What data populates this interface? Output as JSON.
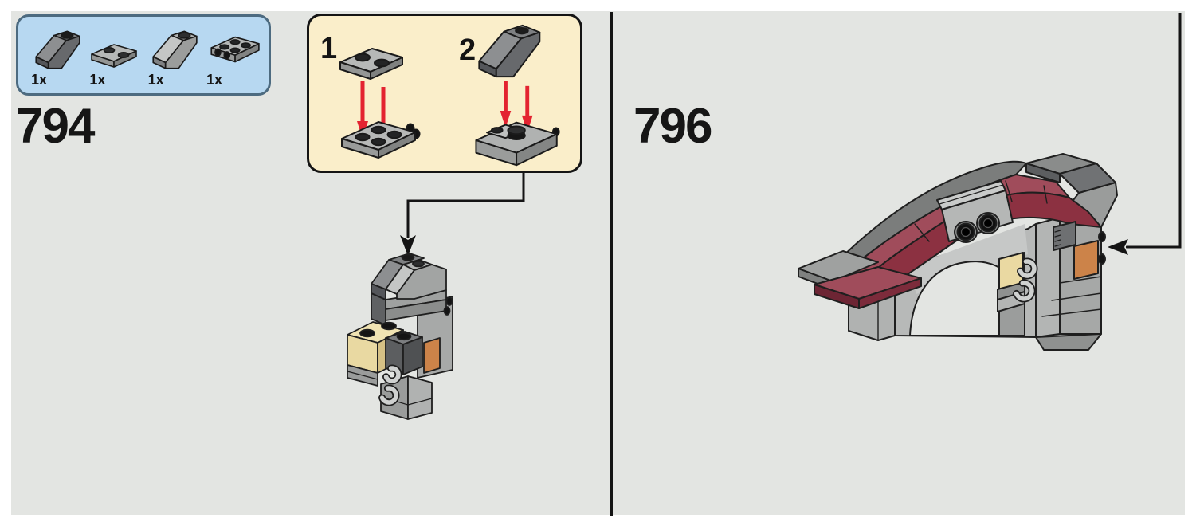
{
  "page": {
    "background": "#ffffff",
    "canvas_color": "#e3e5e2",
    "line_color": "#141414"
  },
  "left_panel": {
    "step_number": "794",
    "parts_box": {
      "fill": "#b7d8f1",
      "border": "#4d6b80",
      "parts": [
        {
          "icon": "slope-brick-dark-gray",
          "count": "1x"
        },
        {
          "icon": "plate-1x2-light-gray",
          "count": "1x"
        },
        {
          "icon": "slope-brick-light-gray",
          "count": "1x"
        },
        {
          "icon": "bracket-plate-2x2-side-studs",
          "count": "1x"
        }
      ]
    },
    "substep_box": {
      "fill": "#faeeca",
      "border": "#141414",
      "arrow_color": "#e32330",
      "substeps": [
        {
          "number": "1"
        },
        {
          "number": "2"
        }
      ]
    }
  },
  "right_panel": {
    "step_number": "796"
  },
  "palette": {
    "brick_light_gray": "#b6b8b7",
    "brick_dark_gray": "#6f7173",
    "brick_tan": "#ead9a2",
    "brick_orange": "#cc8349",
    "brick_dark_red": "#8c3141",
    "stud_black": "#141414"
  }
}
